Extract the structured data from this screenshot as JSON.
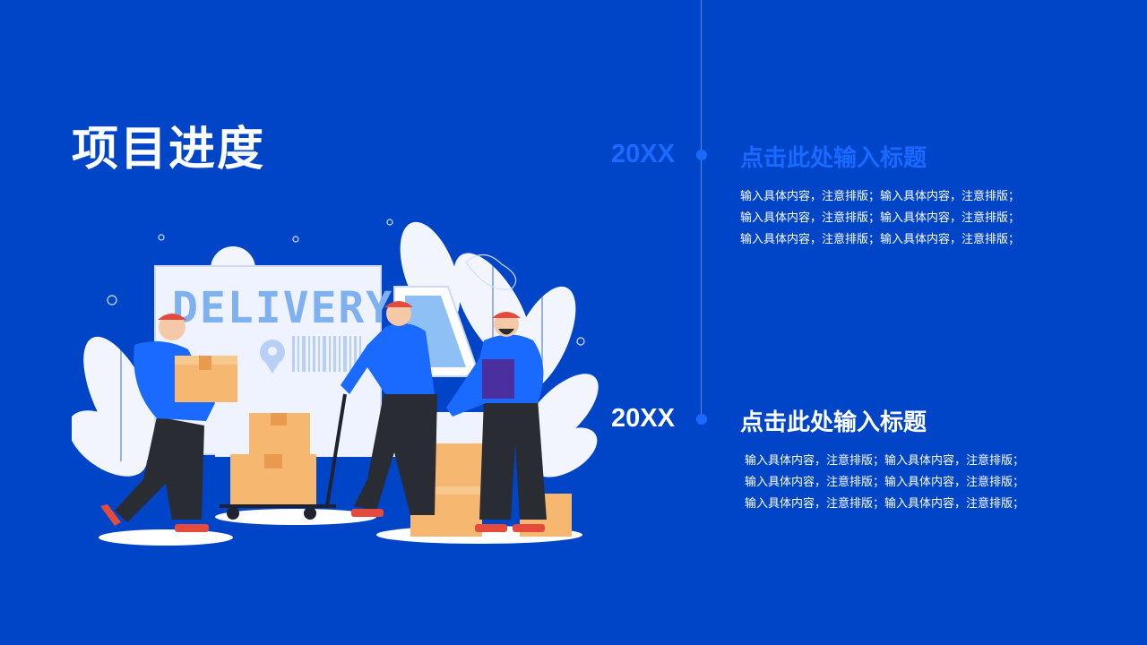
{
  "title": "项目进度",
  "colors": {
    "background": "#0044c8",
    "accent": "#1a6aff",
    "text": "#ffffff"
  },
  "illustration": {
    "banner_text": "DELIVERY"
  },
  "timeline": [
    {
      "year": "20XX",
      "heading": "点击此处输入标题",
      "lines": [
        "输入具体内容，注意排版；输入具体内容，注意排版；",
        "输入具体内容，注意排版；输入具体内容，注意排版；",
        "输入具体内容，注意排版；输入具体内容，注意排版；"
      ]
    },
    {
      "year": "20XX",
      "heading": "点击此处输入标题",
      "lines": [
        "输入具体内容，注意排版；输入具体内容，注意排版；",
        "输入具体内容，注意排版；输入具体内容，注意排版；",
        "输入具体内容，注意排版；输入具体内容，注意排版；"
      ]
    }
  ]
}
